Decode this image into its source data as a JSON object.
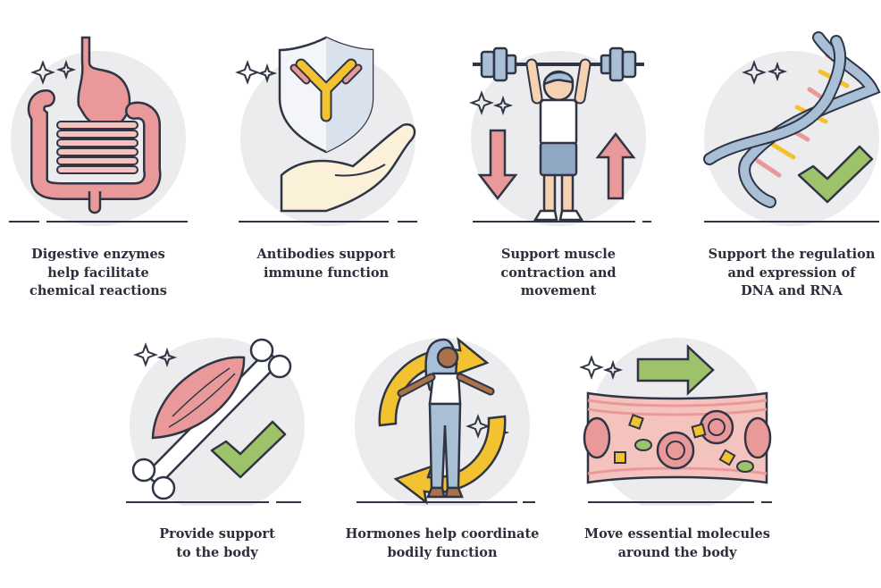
{
  "colors": {
    "outline": "#2f3544",
    "circle": "#ececee",
    "pink": "#e9999a",
    "pinkLight": "#f5c3be",
    "yellow": "#f2c230",
    "green": "#9dc26a",
    "blue": "#a9bfd6",
    "skin": "#f6d2b3",
    "brownSkin": "#a9724b"
  },
  "items": [
    {
      "icon": "digestive-system-icon",
      "caption": "Digestive enzymes\nhelp facilitate\nchemical reactions"
    },
    {
      "icon": "antibody-shield-icon",
      "caption": "Antibodies support\nimmune function"
    },
    {
      "icon": "weightlifter-icon",
      "caption": "Support muscle\ncontraction and\nmovement"
    },
    {
      "icon": "dna-helix-icon",
      "caption": "Support the regulation\nand expression of\nDNA and RNA"
    },
    {
      "icon": "muscle-bone-icon",
      "caption": "Provide support\nto the body"
    },
    {
      "icon": "hormone-cycle-icon",
      "caption": "Hormones help coordinate\nbodily function"
    },
    {
      "icon": "blood-vessel-icon",
      "caption": "Move essential molecules\naround the body"
    }
  ]
}
